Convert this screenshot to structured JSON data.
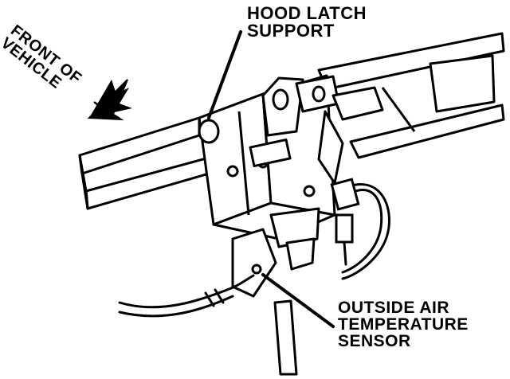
{
  "labels": {
    "hood_latch_support": [
      "HOOD LATCH",
      "SUPPORT"
    ],
    "outside_air_temperature_sensor": [
      "OUTSIDE AIR",
      "TEMPERATURE",
      "SENSOR"
    ],
    "front_of_vehicle": [
      "FRONT OF",
      "VEHICLE"
    ]
  },
  "colors": {
    "ink": "#000000",
    "paper": "#ffffff"
  }
}
